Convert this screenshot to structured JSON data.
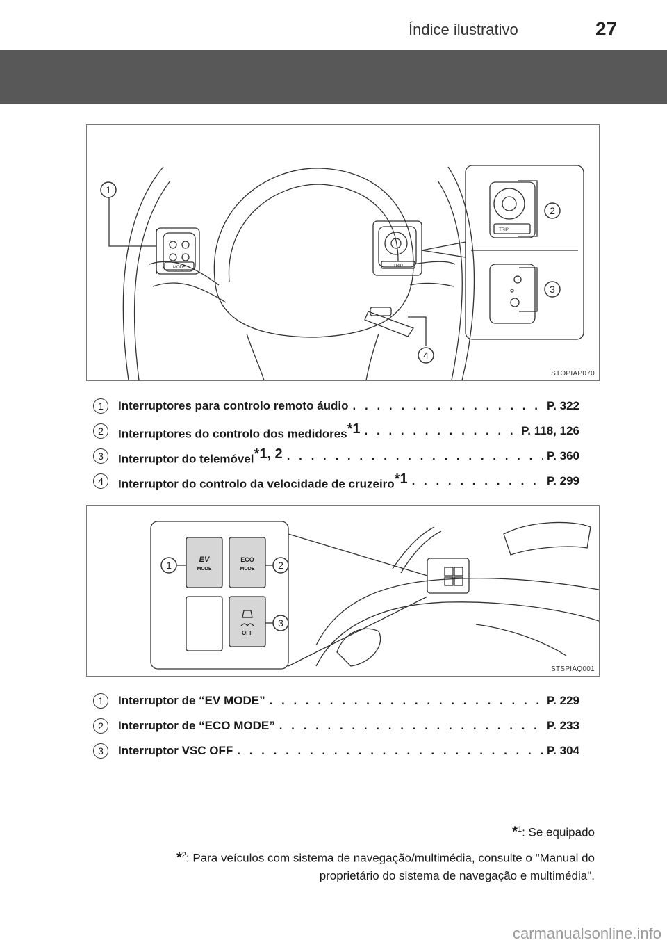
{
  "header": {
    "section_title": "Índice ilustrativo",
    "page_number": "27"
  },
  "figure1": {
    "code": "STOPIAP070",
    "callouts": [
      "1",
      "2",
      "3",
      "4"
    ],
    "labels": {
      "mode": "MODE",
      "trip": "TRIP",
      "trip2": "TRIP"
    }
  },
  "list1": [
    {
      "num": "1",
      "label": "Interruptores para controlo remoto áudio",
      "sup": "",
      "ref": "P. 322"
    },
    {
      "num": "2",
      "label": "Interruptores do controlo dos medidores",
      "sup": "*1",
      "ref": "P. 118, 126"
    },
    {
      "num": "3",
      "label": "Interruptor do telemóvel",
      "sup": "*1, 2",
      "ref": "P. 360"
    },
    {
      "num": "4",
      "label": "Interruptor do controlo da velocidade de cruzeiro",
      "sup": "*1",
      "ref": "P. 299"
    }
  ],
  "figure2": {
    "code": "STSPIAQ001",
    "callouts": [
      "1",
      "2",
      "3"
    ],
    "buttons": {
      "ev_top": "EV",
      "ev_bottom": "MODE",
      "eco_top": "ECO",
      "eco_bottom": "MODE",
      "vsc": "OFF"
    }
  },
  "list2": [
    {
      "num": "1",
      "label": "Interruptor de “EV MODE”",
      "ref": "P. 229"
    },
    {
      "num": "2",
      "label": "Interruptor de “ECO MODE”",
      "ref": "P. 233"
    },
    {
      "num": "3",
      "label": "Interruptor VSC OFF",
      "ref": "P. 304"
    }
  ],
  "footnotes": {
    "fn1_mark": "*",
    "fn1_sup": "1",
    "fn1_text": ": Se equipado",
    "fn2_mark": "*",
    "fn2_sup": "2",
    "fn2_text": ": Para veículos com sistema de navegação/multimédia, consulte o \"Manual do proprietário do sistema de navegação e multimédia\"."
  },
  "watermark": "carmanualsonline.info"
}
